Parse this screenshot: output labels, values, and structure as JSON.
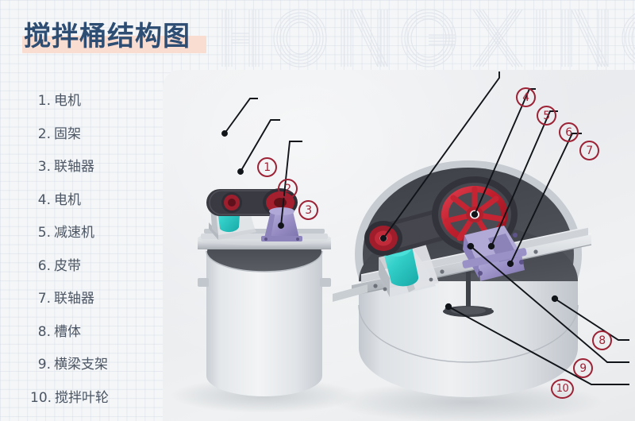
{
  "page": {
    "title": "搅拌桶结构图",
    "watermark_text": "HONGXING",
    "bg_color": "#f4f6f8",
    "title_color": "#2e4d73",
    "title_band_color": "#f9ddd0",
    "callout_color": "#9d2235"
  },
  "parts_list": [
    {
      "num": "1.",
      "label": "电机"
    },
    {
      "num": "2.",
      "label": "固架"
    },
    {
      "num": "3.",
      "label": "联轴器"
    },
    {
      "num": "4.",
      "label": "电机"
    },
    {
      "num": "5.",
      "label": "减速机"
    },
    {
      "num": "6.",
      "label": "皮带"
    },
    {
      "num": "7.",
      "label": "联轴器"
    },
    {
      "num": "8.",
      "label": "槽体"
    },
    {
      "num": "9.",
      "label": "横梁支架"
    },
    {
      "num": "10.",
      "label": "搅拌叶轮"
    }
  ],
  "callouts": [
    {
      "id": "1",
      "label": "1"
    },
    {
      "id": "2",
      "label": "2"
    },
    {
      "id": "3",
      "label": "3"
    },
    {
      "id": "4",
      "label": "4"
    },
    {
      "id": "5",
      "label": "5"
    },
    {
      "id": "6",
      "label": "6"
    },
    {
      "id": "7",
      "label": "7"
    },
    {
      "id": "8",
      "label": "8"
    },
    {
      "id": "9",
      "label": "9"
    },
    {
      "id": "10",
      "label": "10"
    }
  ],
  "illustration": {
    "left_machine": {
      "name": "小型搅拌桶",
      "tank_color": "#dde0e4",
      "motor_color": "#3fd2cf",
      "gearbox_color": "#9f96c9",
      "pulley_color": "#9d1f2e",
      "belt_color": "#3a3a42"
    },
    "right_machine": {
      "name": "大型搅拌桶",
      "tank_color": "#d9dcdf",
      "interior_color": "#4a4d52",
      "motor_color": "#3fd2cf",
      "gearbox_color": "#9b92c8",
      "wheel_color": "#c0202c",
      "belt_color": "#3a3a42"
    }
  }
}
